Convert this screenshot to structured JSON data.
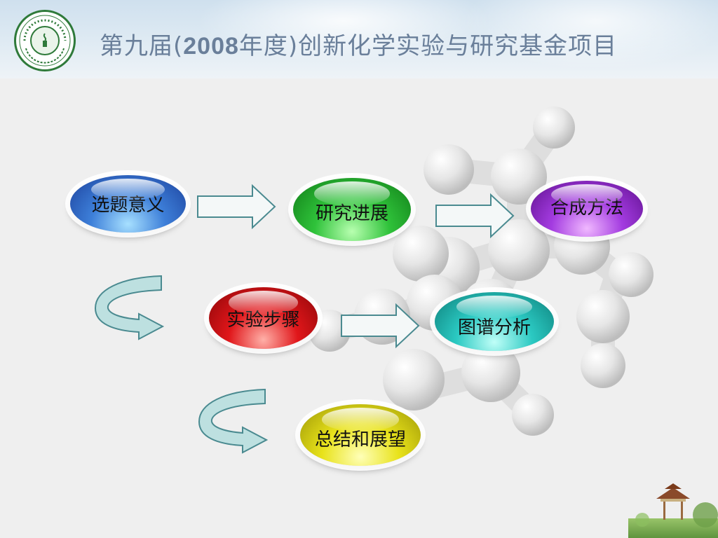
{
  "header": {
    "title_pre": "第九届(",
    "title_year": "2008",
    "title_post": "年度)创新化学实验与研究基金项目",
    "logo_text": "SUN YAT-SEN UNIVERSITY"
  },
  "steps": [
    {
      "label": "选题意义",
      "color": "#3d7fd9"
    },
    {
      "label": "研究进展",
      "color": "#2fc23a"
    },
    {
      "label": "合成方法",
      "color": "#a33be0"
    },
    {
      "label": "实验步骤",
      "color": "#e0161a"
    },
    {
      "label": "图谱分析",
      "color": "#2bc9c2"
    },
    {
      "label": "总结和展望",
      "color": "#e8e21a"
    }
  ],
  "colors": {
    "arrow_fill": "#f4f8f8",
    "arrow_stroke": "#4a8a90",
    "turn_fill": "#bde0e0",
    "title": "#6a7f9a"
  }
}
